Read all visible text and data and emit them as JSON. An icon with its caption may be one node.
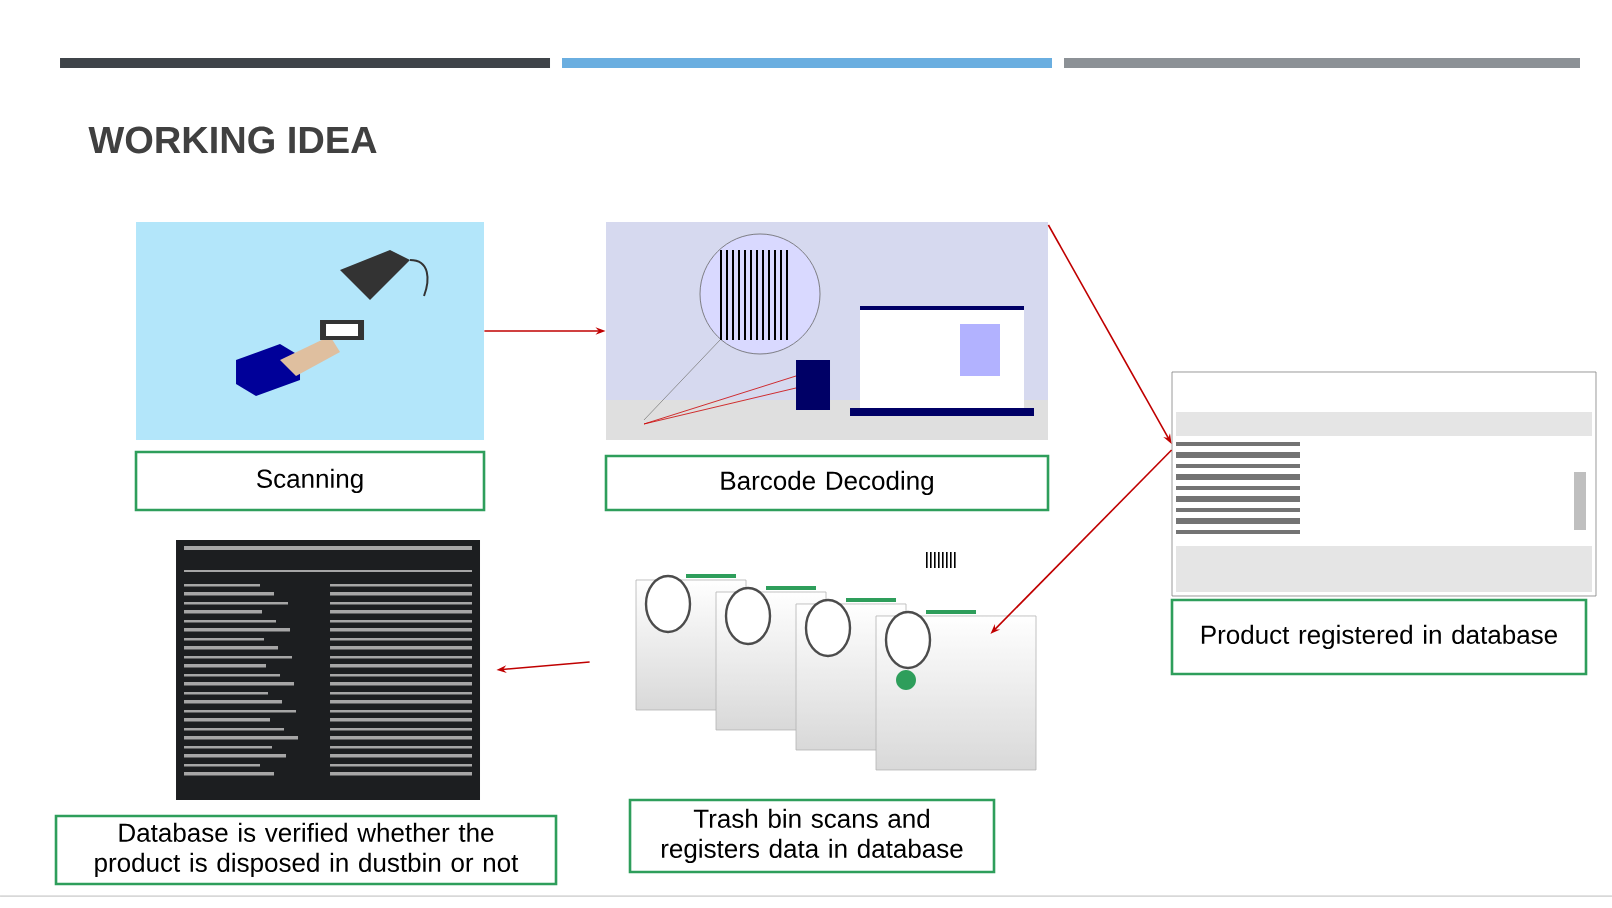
{
  "diagram": {
    "title": "WORKING IDEA",
    "nodes": [
      {
        "text": [],
        "shape": "picture"
      },
      {
        "text": [
          "Scanning"
        ]
      },
      {
        "text": [],
        "shape": "picture"
      },
      {
        "text": [
          "Barcode Decoding"
        ]
      },
      {
        "text": [],
        "shape": "picture"
      },
      {
        "text": [
          "Product registered in database"
        ]
      },
      {
        "text": [],
        "shape": "picture"
      },
      {
        "text": [
          "Database is verified whether the product is disposed in dustbin or not"
        ]
      },
      {
        "text": [],
        "shape": "picture"
      },
      {
        "text": [
          "Trash bin scans and registers data in database"
        ]
      }
    ],
    "edges": [
      {
        "from": 0,
        "to": 2,
        "arrow": "to"
      },
      {
        "from": 2,
        "to": 4,
        "arrow": "to"
      },
      {
        "from": 4,
        "to": 8,
        "arrow": "to"
      },
      {
        "from": 8,
        "to": 6,
        "arrow": "to"
      }
    ]
  }
}
